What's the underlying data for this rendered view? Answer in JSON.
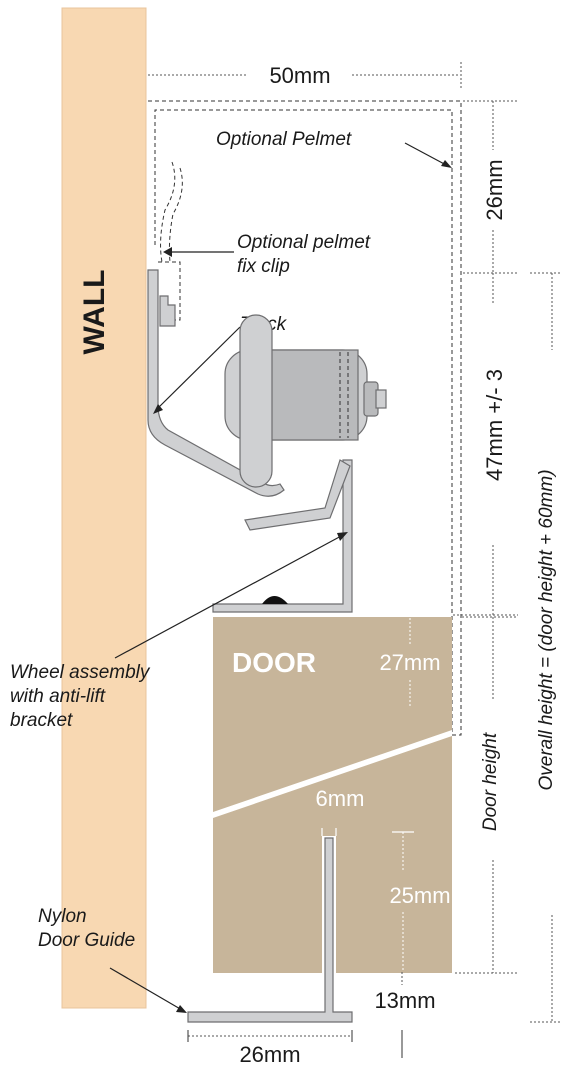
{
  "colors": {
    "wall": "#f8d8b2",
    "door": "#c7b59a",
    "metal": "#cfd0d2",
    "line": "#333333"
  },
  "labels": {
    "wall": "WALL",
    "door": "DOOR",
    "optional_pelmet": "Optional Pelmet",
    "pelmet_clip_line1": "Optional pelmet",
    "pelmet_clip_line2": "fix clip",
    "track": "Track",
    "wheel_line1": "Wheel assembly",
    "wheel_line2": "with anti-lift",
    "wheel_line3": "bracket",
    "guide_line1": "Nylon",
    "guide_line2": "Door Guide",
    "door_height": "Door height",
    "overall_height": "Overall height = (door height + 60mm)"
  },
  "dimensions": {
    "width_top": "50mm",
    "pelmet_height": "26mm",
    "track_height": "47mm +/- 3",
    "door_top_offset": "27mm",
    "slot_width": "6mm",
    "slot_depth": "25mm",
    "guide_width": "26mm",
    "floor_gap": "13mm"
  }
}
